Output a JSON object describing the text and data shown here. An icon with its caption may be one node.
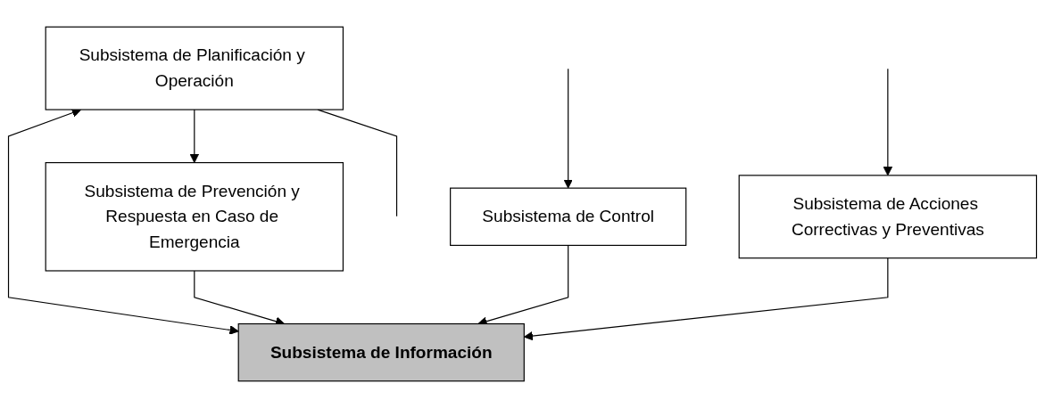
{
  "diagram": {
    "nodes": [
      {
        "text": [
          "Subsistema de Planificación y Operación"
        ]
      },
      {
        "text": [
          "Subsistema de Información"
        ]
      },
      {
        "text": [
          "Subsistema de Prevención y Respuesta en Caso de Emergencia"
        ]
      },
      {
        "text": [
          "Subsistema de Control"
        ]
      },
      {
        "text": [
          "Subsistema de Acciones Correctivas y Preventivas"
        ]
      }
    ],
    "edges": [
      {
        "from": 0,
        "to": 1,
        "arrow": "both"
      },
      {
        "from": 0,
        "to": 2,
        "arrow": "to"
      },
      {
        "from": 2,
        "to": 1,
        "arrow": "to"
      },
      {
        "from": 3,
        "to": 1,
        "arrow": "to"
      },
      {
        "from": 4,
        "to": 1,
        "arrow": "to"
      },
      {
        "from": null,
        "to": 3,
        "arrow": "to"
      },
      {
        "from": null,
        "to": 4,
        "arrow": "to"
      },
      {
        "from": 0,
        "to": null,
        "arrow": "none"
      }
    ]
  }
}
